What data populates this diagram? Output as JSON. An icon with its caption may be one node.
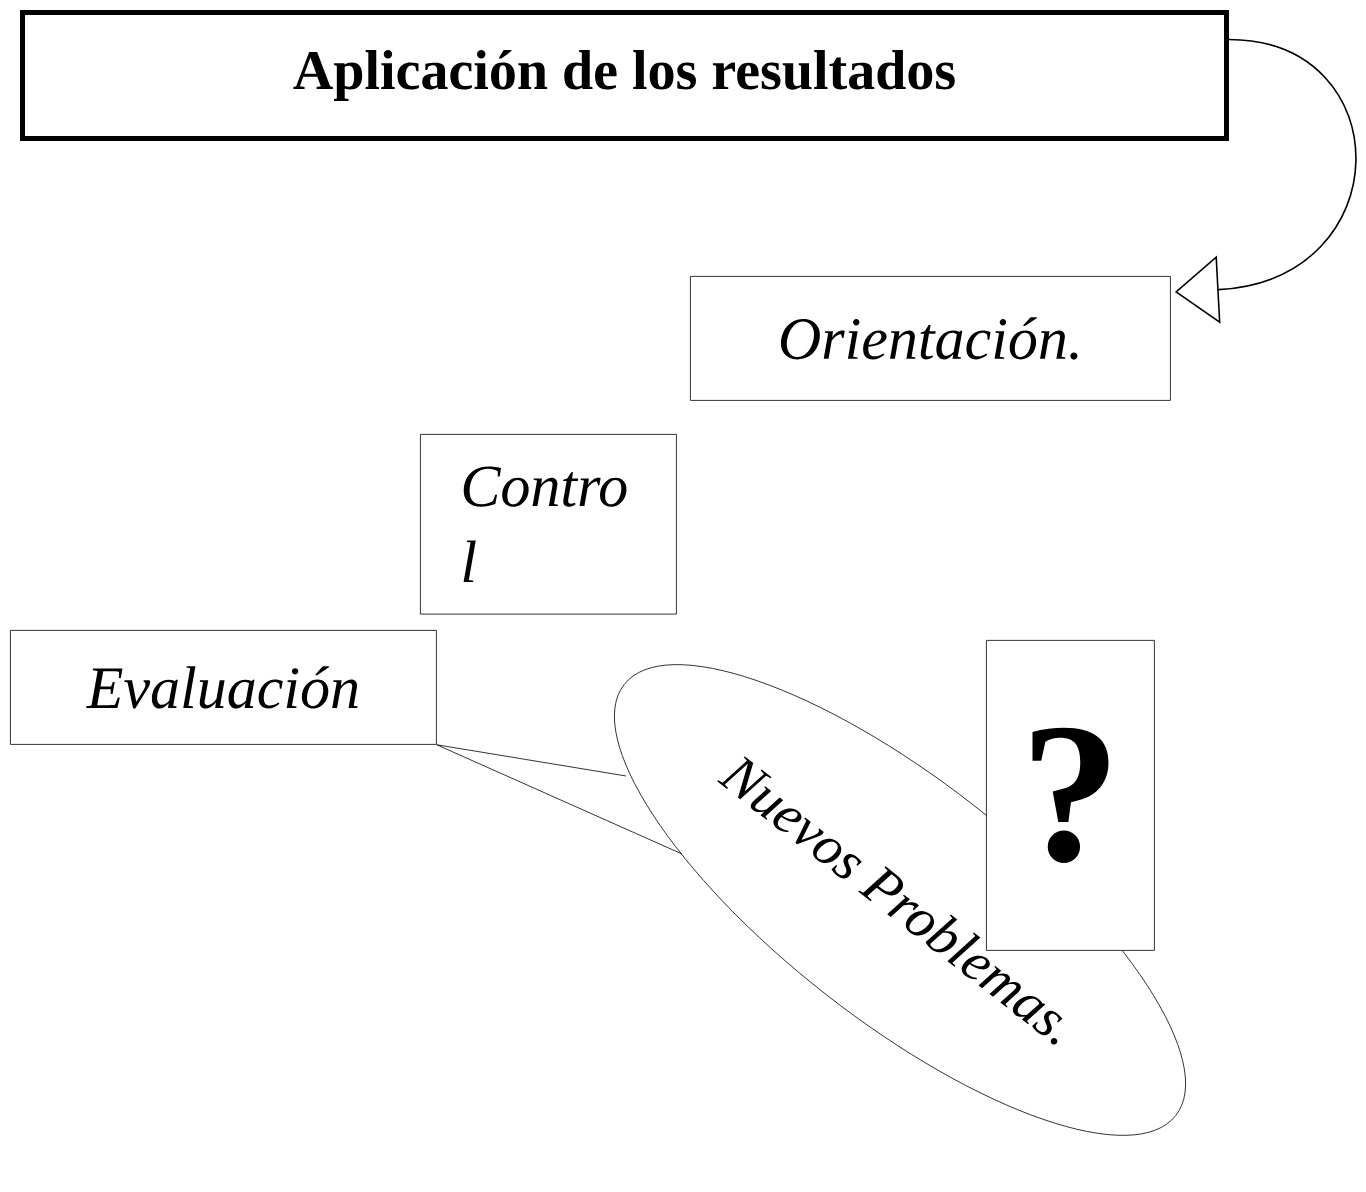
{
  "diagram": {
    "nodes": [
      {
        "text": [
          "Aplicación de los resultados"
        ]
      },
      {
        "text": [
          "Orientación."
        ]
      },
      {
        "text": [
          "Contro l"
        ]
      },
      {
        "text": [
          "Evaluación"
        ]
      },
      {
        "text": [
          "Nuevos Problemas."
        ]
      },
      {
        "text": [
          "?"
        ]
      }
    ],
    "edges": [
      {
        "from": 0,
        "to": 1,
        "arrow": "to"
      },
      {
        "from": 4,
        "to": 3,
        "arrow": "none"
      }
    ]
  }
}
